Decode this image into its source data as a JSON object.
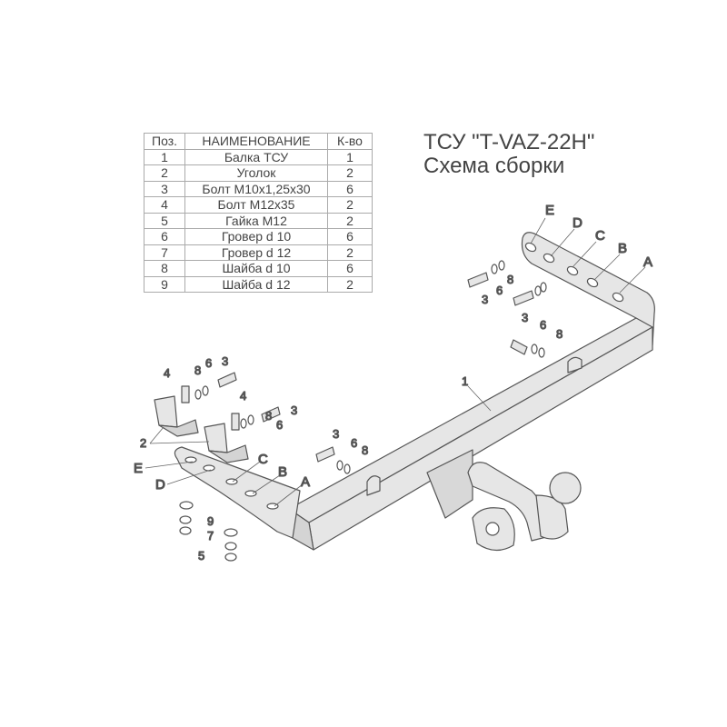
{
  "table": {
    "headers": [
      "Поз.",
      "НАИМЕНОВАНИЕ",
      "К-во"
    ],
    "rows": [
      [
        "1",
        "Балка ТСУ",
        "1"
      ],
      [
        "2",
        "Уголок",
        "2"
      ],
      [
        "3",
        "Болт М10х1,25х30",
        "6"
      ],
      [
        "4",
        "Болт М12х35",
        "2"
      ],
      [
        "5",
        "Гайка М12",
        "2"
      ],
      [
        "6",
        "Гровер d 10",
        "6"
      ],
      [
        "7",
        "Гровер d 12",
        "2"
      ],
      [
        "8",
        "Шайба d 10",
        "6"
      ],
      [
        "9",
        "Шайба d 12",
        "2"
      ]
    ]
  },
  "title": {
    "line1": "ТСУ \"T-VAZ-22H\"",
    "line2": "Схема сборки"
  },
  "diagram": {
    "right_holes": [
      "E",
      "D",
      "C",
      "B",
      "A"
    ],
    "left_holes": [
      "E",
      "D",
      "C",
      "B",
      "A"
    ],
    "callouts": {
      "beam": "1",
      "bracket": "2",
      "bolt10": "3",
      "bolt12": "4",
      "nut": "5",
      "grover10": "6",
      "grover12": "7",
      "washer10": "8",
      "washer12": "9"
    }
  }
}
